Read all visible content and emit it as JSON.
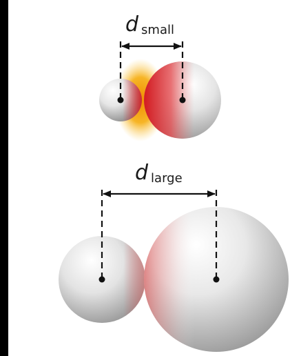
{
  "labels": {
    "small": {
      "main": "d",
      "sub": "small"
    },
    "large": {
      "main": "d",
      "sub": "large"
    }
  },
  "colors": {
    "background": "#ffffff",
    "frame": "#000000",
    "sphere_light": "#ffffff",
    "sphere_mid": "#c9c9c9",
    "sphere_dark": "#7a7a7a",
    "contact_red": "#e0262a",
    "glow_orange": "#f5a000",
    "line": "#111111"
  }
}
